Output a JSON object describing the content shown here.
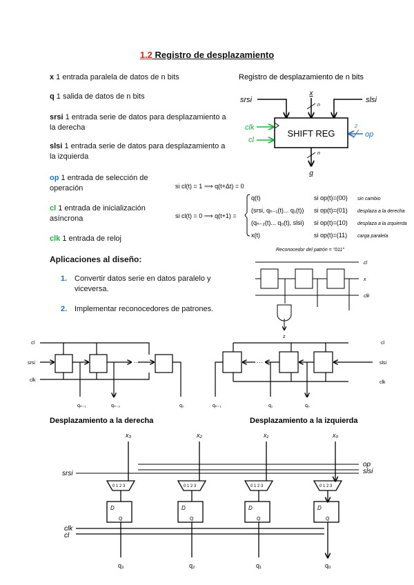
{
  "title": {
    "number": "1.2",
    "text": " Registro de desplazamiento"
  },
  "definitions": [
    {
      "term": "x",
      "text": " 1 entrada paralela de datos de n bits"
    },
    {
      "term": "q",
      "text": " 1 salida de datos de n bits"
    },
    {
      "term": "srsi",
      "text": " 1 entrada serie de datos para desplazamiento a la derecha"
    },
    {
      "term": "slsi",
      "text": " 1 entrada serie de datos para desplazamiento a la izquierda"
    },
    {
      "term": "op",
      "text": " 1 entrada de selección de operación"
    },
    {
      "term": "cl",
      "text": " 1 entrada de inicialización asíncrona"
    },
    {
      "term": "clk",
      "text": " 1 entrada de reloj"
    }
  ],
  "applications": {
    "heading": "Aplicaciones al diseño:",
    "items": [
      {
        "num": "1.",
        "text": "Convertir datos serie en datos paralelo y viceversa."
      },
      {
        "num": "2.",
        "text": "Implementar reconocedores de patrones."
      }
    ]
  },
  "block_diagram": {
    "caption": "Registro de desplazamiento de n bits",
    "box_label": "SHIFT REG",
    "inputs": {
      "x": "x",
      "srsi": "srsi",
      "slsi": "slsi",
      "clk": "clk",
      "cl": "cl",
      "op": "op",
      "op_width": "2",
      "n": "n"
    },
    "output": "q"
  },
  "equations": {
    "line1": "si cl(t) = 1 ⟹   q(t+Δt) = 0",
    "line2_lhs": "si cl(t) = 0 ⟹   q(t+1) =",
    "cases": [
      {
        "expr": "q(t)",
        "cond": "si op(t)=(00)",
        "note": "sin cambio"
      },
      {
        "expr": "(srsi, qₙ₋₁(t)... q₁(t))",
        "cond": "si op(t)=(01)",
        "note": "desplaza a la derecha"
      },
      {
        "expr": "(qₙ₋₂(t)... q₀(t), slsi)",
        "cond": "si op(t)=(10)",
        "note": "desplaza a la izquierda"
      },
      {
        "expr": "x(t)",
        "cond": "si op(t)=(11)",
        "note": "carga paralela"
      }
    ]
  },
  "pattern_diagram": {
    "caption": "Reconocedor del patrón = \"011\"",
    "cl": "cl",
    "x": "x",
    "clk": "clk",
    "z": "z"
  },
  "right_shift_diagram": {
    "caption": "Desplazamiento a la derecha",
    "cl": "cl",
    "srsi": "srsi",
    "clk": "clk",
    "outputs": [
      "qₙ₋₁",
      "qₙ₋₂",
      "q₀"
    ]
  },
  "left_shift_diagram": {
    "caption": "Desplazamiento a la izquierda",
    "cl": "cl",
    "slsi": "slsi",
    "clk": "clk",
    "outputs": [
      "qₙ₋₁",
      "q₁",
      "q₀"
    ]
  },
  "universal_diagram": {
    "inputs": [
      "x₃",
      "x₂",
      "x₁",
      "x₀"
    ],
    "outputs": [
      "q₃",
      "q₂",
      "q₁",
      "q₀"
    ],
    "srsi": "srsi",
    "op": "op",
    "slsi": "slsi",
    "clk": "clk",
    "cl": "cl",
    "mux_label": "0 1 2 3",
    "ff_label": "D",
    "ff_out": "Q"
  },
  "colors": {
    "accent_red": "#e02020",
    "blue": "#1a73c8",
    "green": "#20b040"
  }
}
